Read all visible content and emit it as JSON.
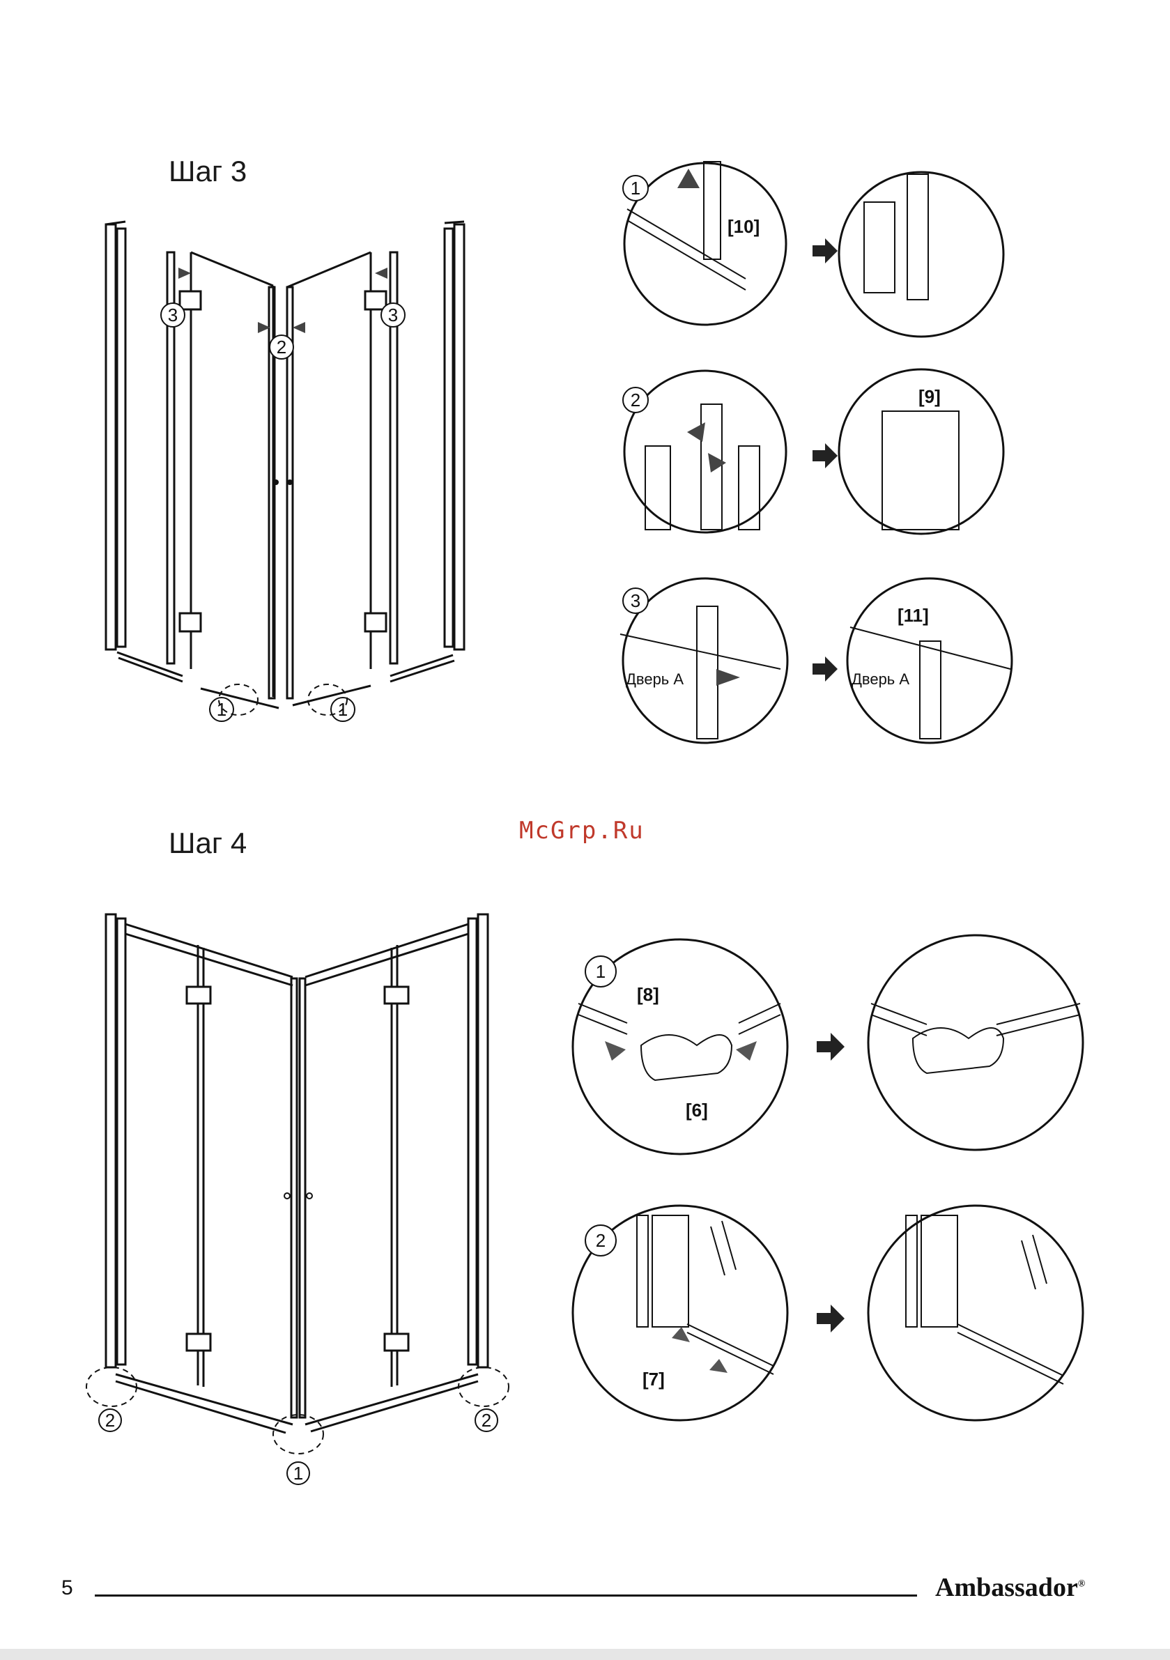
{
  "steps": [
    {
      "title": "Шаг 3"
    },
    {
      "title": "Шаг 4"
    }
  ],
  "watermark": "McGrp.Ru",
  "step3": {
    "markers": [
      "1",
      "2",
      "3"
    ],
    "part_labels": [
      "[10]",
      "[9]",
      "[11]"
    ],
    "door_label": "Дверь A"
  },
  "step4": {
    "markers": [
      "1",
      "2"
    ],
    "part_labels": [
      "[8]",
      "[6]",
      "[7]"
    ]
  },
  "footer": {
    "page_number": "5",
    "brand": "Ambassador",
    "registered": "®"
  }
}
